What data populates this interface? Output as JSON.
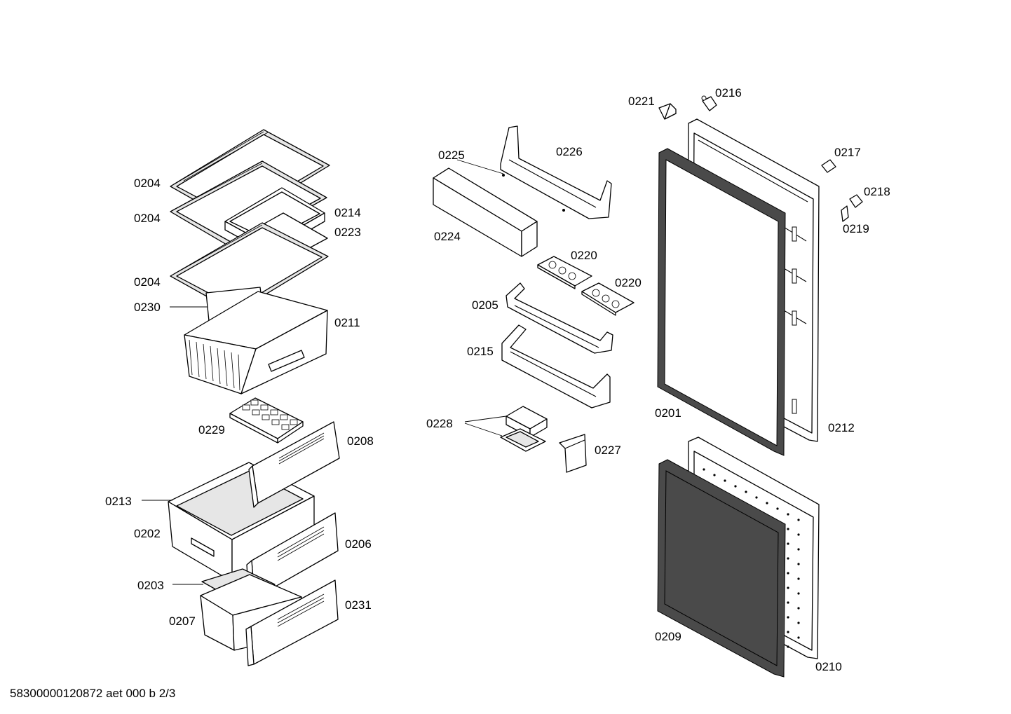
{
  "labels": {
    "l0204a": "0204",
    "l0204b": "0204",
    "l0204c": "0204",
    "l0214": "0214",
    "l0223": "0223",
    "l0230": "0230",
    "l0211": "0211",
    "l0229": "0229",
    "l0208": "0208",
    "l0213": "0213",
    "l0202": "0202",
    "l0206": "0206",
    "l0203": "0203",
    "l0207": "0207",
    "l0231": "0231",
    "l0225": "0225",
    "l0226": "0226",
    "l0224": "0224",
    "l0220a": "0220",
    "l0220b": "0220",
    "l0205": "0205",
    "l0215": "0215",
    "l0228": "0228",
    "l0227": "0227",
    "l0221": "0221",
    "l0216": "0216",
    "l0217": "0217",
    "l0218": "0218",
    "l0219": "0219",
    "l0201": "0201",
    "l0212": "0212",
    "l0209": "0209",
    "l0210": "0210"
  },
  "footer": "58300000120872 aet 000 b 2/3"
}
